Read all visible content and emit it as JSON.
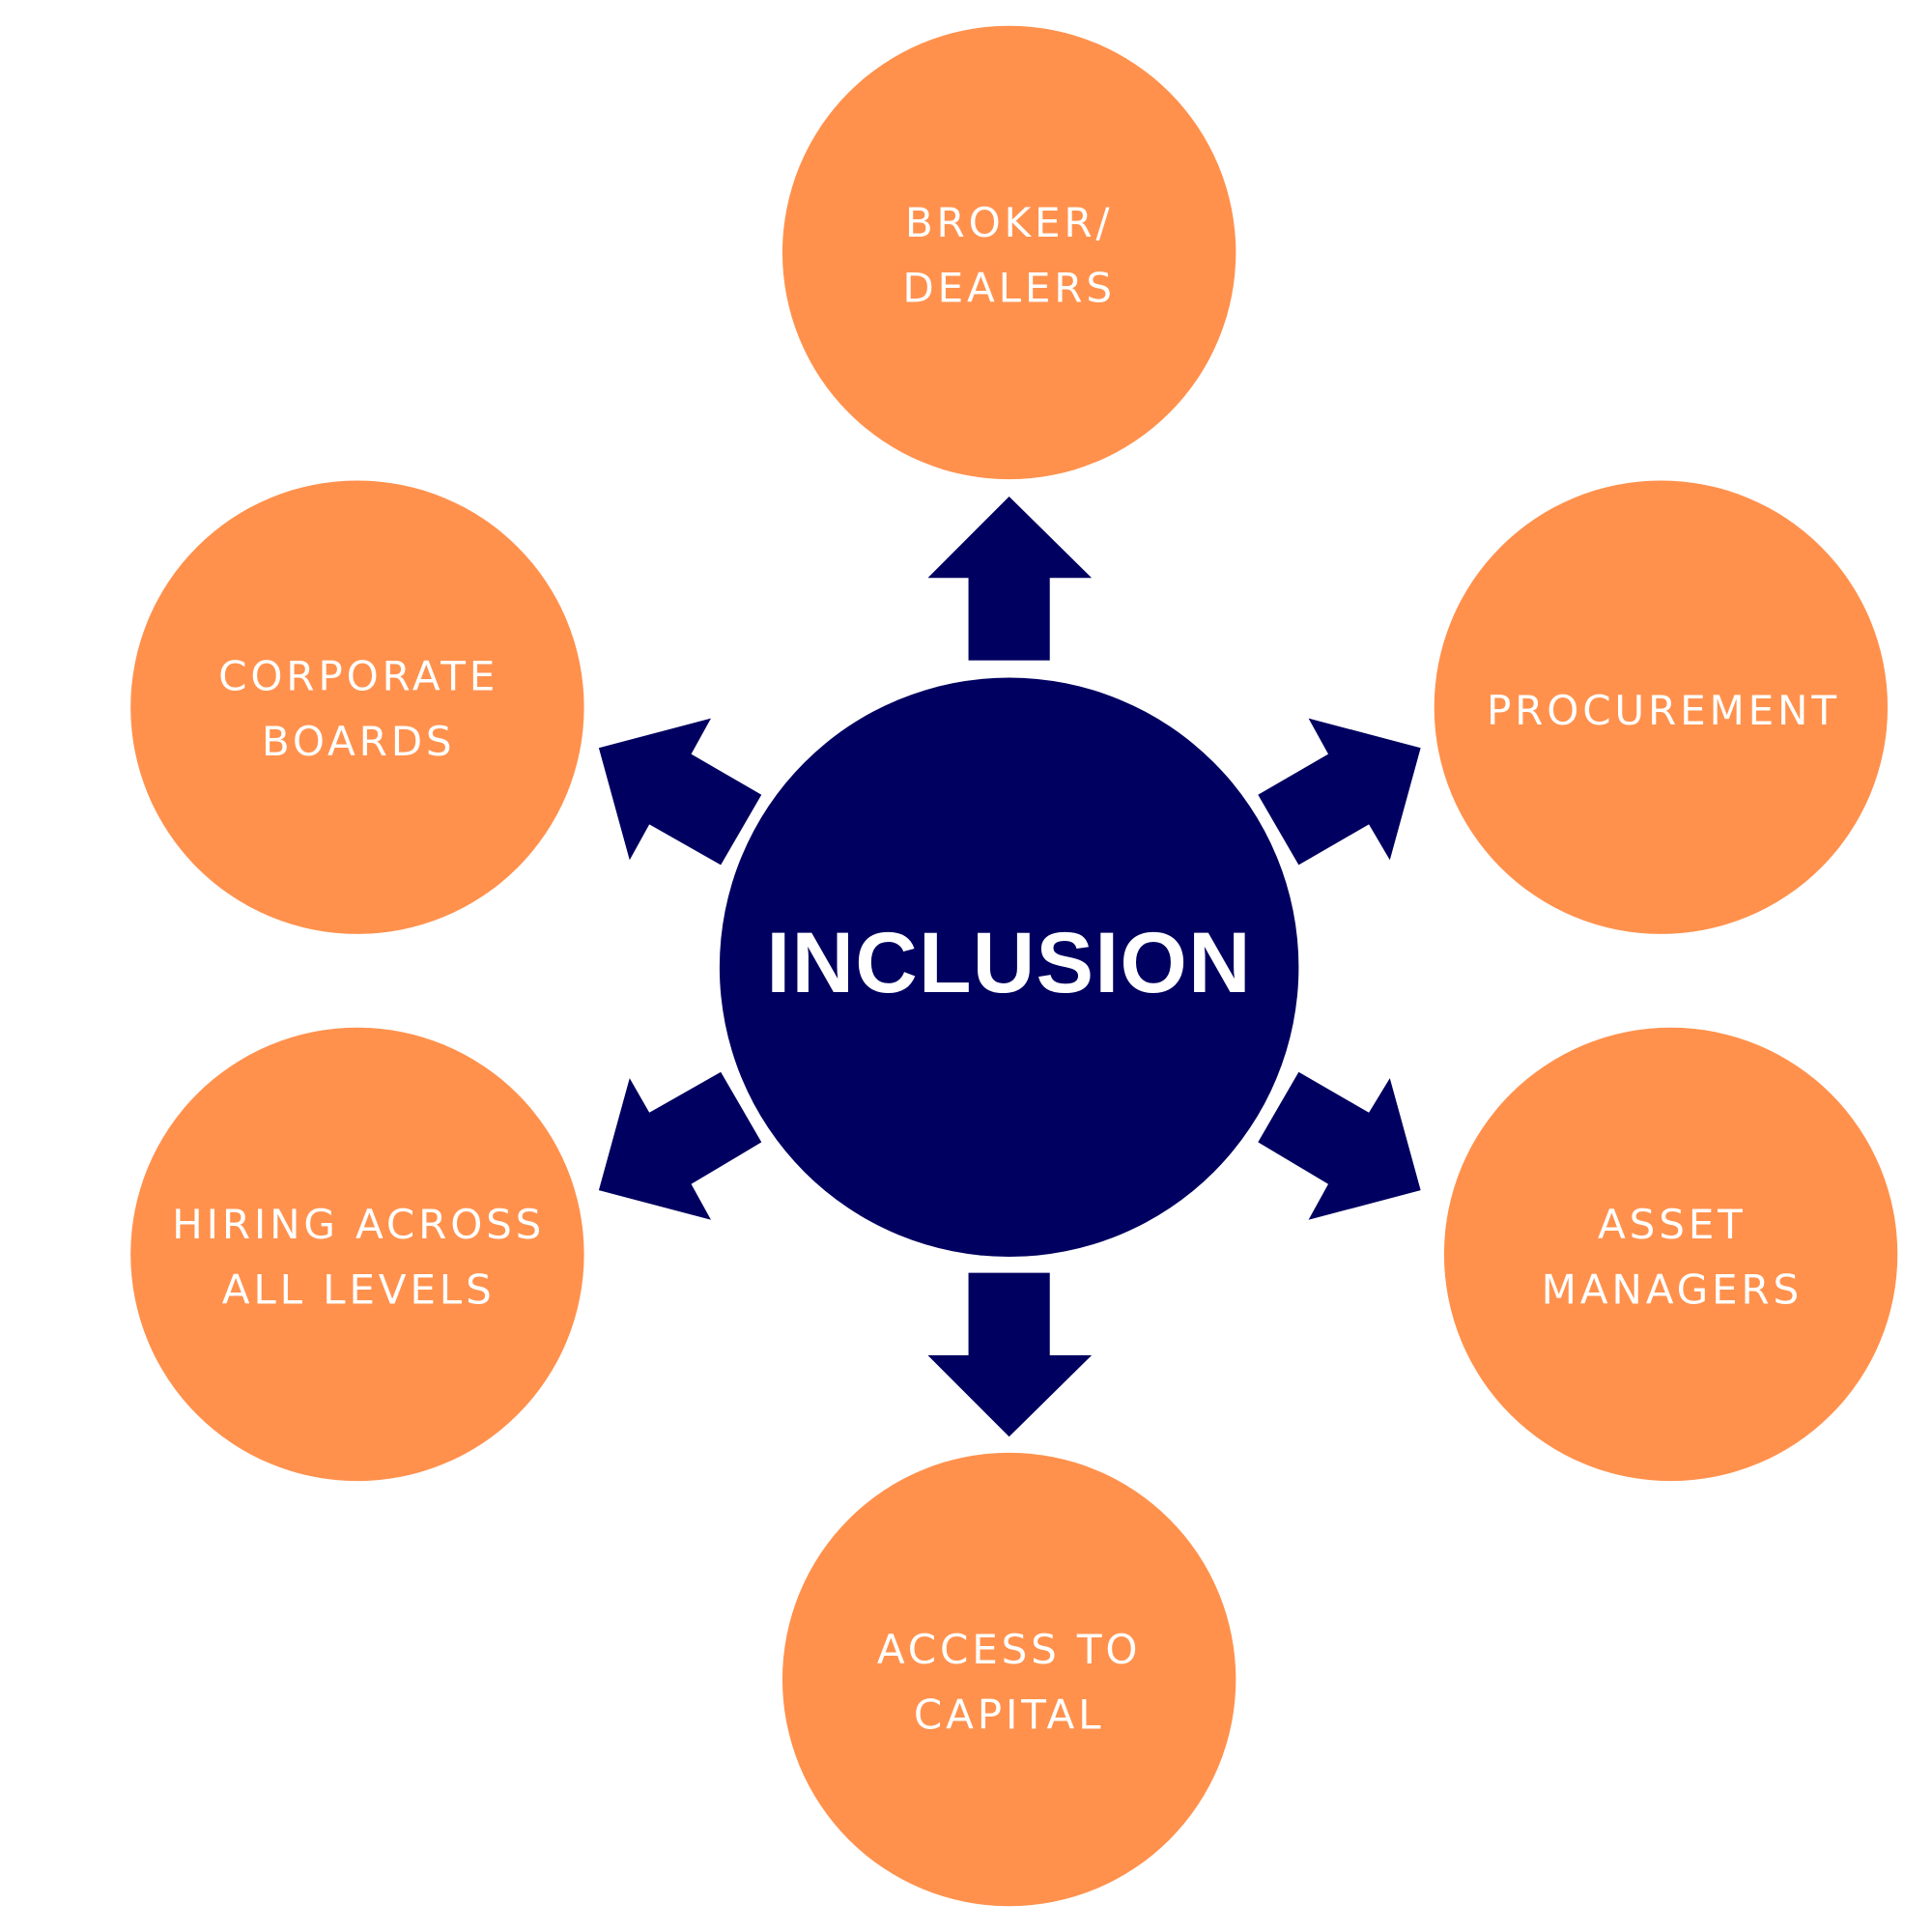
{
  "colors": {
    "center": "#000060",
    "node": "#FF914D",
    "text": "#FFFFFF",
    "arrow": "#000060"
  },
  "center": {
    "label": "INCLUSION"
  },
  "nodes": [
    {
      "id": "broker-dealers",
      "lines": [
        "BROKER/",
        "DEALERS"
      ]
    },
    {
      "id": "procurement",
      "lines": [
        "PROCUREMENT"
      ]
    },
    {
      "id": "asset-managers",
      "lines": [
        "ASSET",
        "MANAGERS"
      ]
    },
    {
      "id": "access-to-capital",
      "lines": [
        "ACCESS TO",
        "CAPITAL"
      ]
    },
    {
      "id": "hiring",
      "lines": [
        "HIRING ACROSS",
        "ALL LEVELS"
      ]
    },
    {
      "id": "corporate-boards",
      "lines": [
        "CORPORATE",
        "BOARDS"
      ]
    }
  ]
}
